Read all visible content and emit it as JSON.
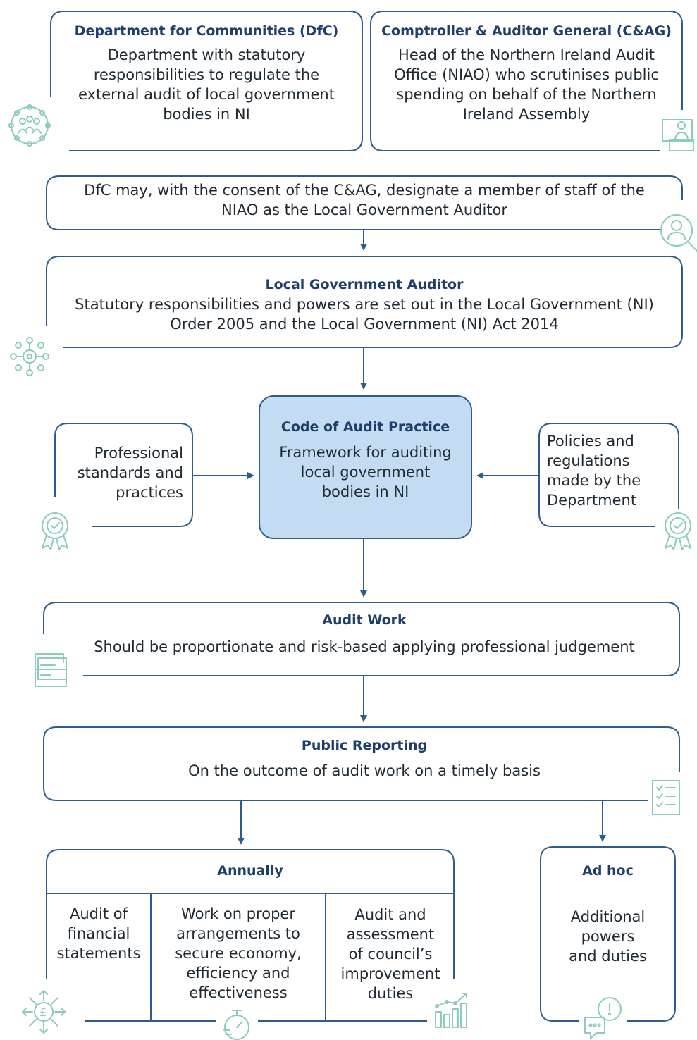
{
  "colors": {
    "outline": "#2e5d8c",
    "arrow": "#2e5d8c",
    "title": "#1e3e6b",
    "code_box_fill": "#c3dcf1",
    "icon": "#8ccbc0"
  },
  "dfc": {
    "title": "Department for Communities (DfC)",
    "lines": [
      "Department with statutory",
      "responsibilities to regulate the",
      "external audit of local government",
      "bodies in NI"
    ]
  },
  "cag": {
    "title": "Comptroller & Auditor General (C&AG)",
    "lines": [
      "Head of the Northern Ireland Audit",
      "Office (NIAO) who scrutinises public",
      "spending on behalf of the Northern",
      "Ireland Assembly"
    ]
  },
  "designation": {
    "lines": [
      "DfC may, with the consent of the C&AG, designate a member of staff of the",
      "NIAO as the Local Government Auditor"
    ]
  },
  "lga": {
    "title": "Local Government Auditor",
    "lines": [
      "Statutory responsibilities and powers are set out in the Local Government (NI)",
      "Order 2005 and the Local Government (NI) Act 2014"
    ]
  },
  "code": {
    "title": "Code of Audit Practice",
    "lines": [
      "Framework for auditing",
      "local government",
      "bodies in NI"
    ]
  },
  "standards": {
    "lines": [
      "Professional",
      "standards and",
      "practices"
    ]
  },
  "policies": {
    "lines": [
      "Policies and",
      "regulations",
      "made by the",
      "Department"
    ]
  },
  "audit_work": {
    "title": "Audit Work",
    "text": "Should be proportionate and risk-based applying professional judgement"
  },
  "public_reporting": {
    "title": "Public Reporting",
    "text": "On the outcome of audit work on a timely basis"
  },
  "annually": {
    "title": "Annually",
    "col1": [
      "Audit of",
      "financial",
      "statements"
    ],
    "col2": [
      "Work on proper",
      "arrangements to",
      "secure economy,",
      "efficiency and",
      "effectiveness"
    ],
    "col3": [
      "Audit and",
      "assessment",
      "of council’s",
      "improvement",
      "duties"
    ]
  },
  "adhoc": {
    "title": "Ad hoc",
    "lines": [
      "Additional",
      "powers",
      "and duties"
    ]
  },
  "icons": [
    "people-network-icon",
    "presenter-icon",
    "person-search-icon",
    "network-eye-icon",
    "award-ribbon-icon",
    "folder-documents-icon",
    "checklist-icon",
    "pound-arrows-icon",
    "stopwatch-icon",
    "growth-chart-icon",
    "chat-alert-icon"
  ]
}
